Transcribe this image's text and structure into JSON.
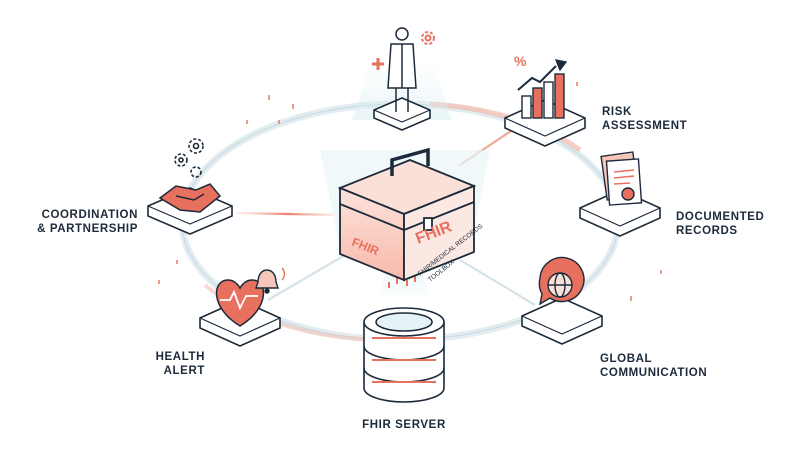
{
  "hub": {
    "brand": "FHIR",
    "side_text_line1": "FHIR/MEDICAL RECORDS",
    "side_text_line2": "TOOLBOX"
  },
  "nodes": {
    "risk": {
      "line1": "RISK",
      "line2": "ASSESSMENT"
    },
    "documented": {
      "line1": "DOCUMENTED",
      "line2": "RECORDS"
    },
    "global": {
      "line1": "GLOBAL",
      "line2": "COMMUNICATION"
    },
    "server": {
      "line1": "FHIR SERVER"
    },
    "health": {
      "line1": "HEALTH",
      "line2": "ALERT"
    },
    "coordination": {
      "line1": "COORDINATION",
      "line2": "& PARTNERSHIP"
    }
  },
  "colors": {
    "accent": "#e8705f",
    "accent_light": "#f6c6bb",
    "ink": "#1c2a3a",
    "ring": "#dbe7ec",
    "platform": "#ffffff",
    "glow": "#e6f3f6"
  }
}
